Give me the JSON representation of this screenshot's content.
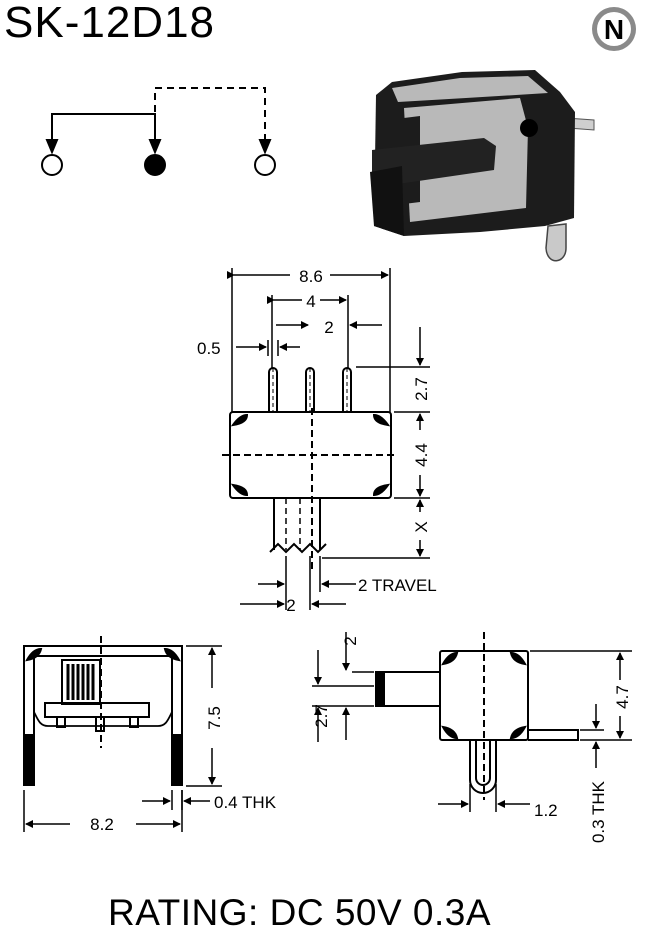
{
  "title": "SK-12D18",
  "rating": "RATING: DC 50V 0.3A",
  "logo_letter": "N",
  "dimensions": {
    "top_width": "8.6",
    "pin_span": "4",
    "pin_pitch": "2",
    "pin_width": "0.5",
    "pin_length": "2.7",
    "body_height": "4.4",
    "actuator_len": "X",
    "travel": "2 TRAVEL",
    "travel_dist": "2",
    "front_height": "7.5",
    "front_width": "8.2",
    "plate_thk": "0.4 THK",
    "side_act_offset": "2",
    "side_act_height": "2.7",
    "side_height": "4.7",
    "side_leg_width": "1.2",
    "side_leg_thk": "0.3 THK"
  },
  "colors": {
    "ink": "#000000",
    "paper": "#ffffff",
    "metal": "#b9b9b9",
    "logo_bg": "#8a8a8a"
  }
}
